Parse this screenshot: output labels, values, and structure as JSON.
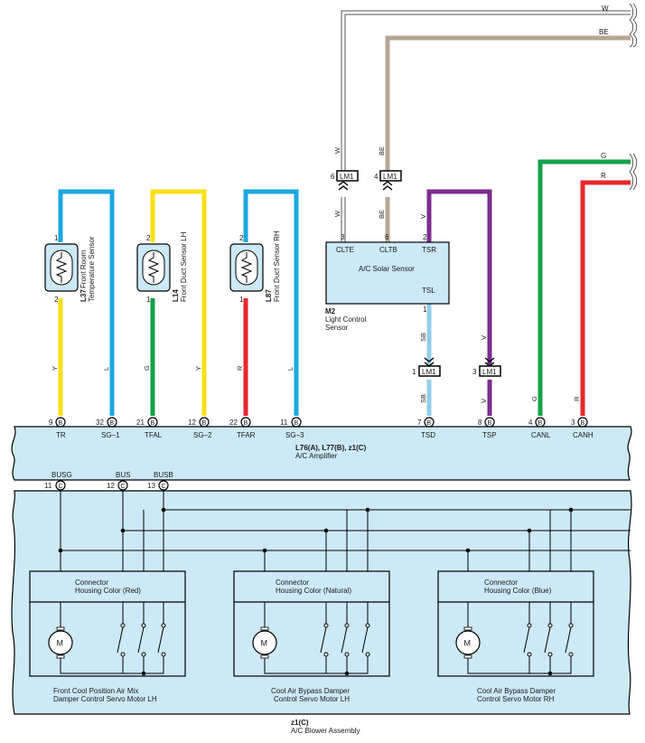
{
  "wires": {
    "w": "W",
    "be": "BE",
    "g": "G",
    "r": "R",
    "y": "Y",
    "l": "L",
    "v": "V",
    "sb": "SB"
  },
  "colors": {
    "blue": "#1aa7e1",
    "yellow": "#f7e017",
    "green": "#14a04a",
    "red": "#e8262d",
    "purple": "#7b2c8f",
    "lightblue": "#92cdea",
    "tan": "#b9a595",
    "white_wire": "#ffffff",
    "panel": "#cbe9f6",
    "line": "#1a1a1a"
  },
  "connector_lm1": "LM1",
  "pins": {
    "lm1_w": "6",
    "lm1_be": "4",
    "lm1_sb": "1",
    "lm1_v": "3",
    "solar_clte": "3",
    "solar_cltb": "6",
    "solar_tsr": "2",
    "solar_tsl": "1",
    "l37_top": "1",
    "l37_bot": "2",
    "l14_top": "2",
    "l14_bot": "1",
    "l87_top": "2",
    "l87_bot": "1"
  },
  "sensors": {
    "l37_code": "L37",
    "l37_name": "Front Room",
    "l37_name2": "Temperature Sensor",
    "l14_code": "L14",
    "l14_name": "Front Duct Sensor LH",
    "l87_code": "L87",
    "l87_name": "Front Duct Sensor RH"
  },
  "solar": {
    "name": "A/C Solar Sensor",
    "clte": "CLTE",
    "cltb": "CLTB",
    "tsr": "TSR",
    "tsl": "TSL",
    "code": "M2",
    "desc1": "Light Control",
    "desc2": "Sensor"
  },
  "amplifier": {
    "code": "L76(A), L77(B), z1(C)",
    "name": "A/C Amplifier",
    "letter_b": "B",
    "letter_c": "C",
    "terminals": [
      {
        "pin": "9",
        "label": "TR"
      },
      {
        "pin": "32",
        "label": "SG–1"
      },
      {
        "pin": "21",
        "label": "TFAL"
      },
      {
        "pin": "12",
        "label": "SG–2"
      },
      {
        "pin": "22",
        "label": "TFAR"
      },
      {
        "pin": "11",
        "label": "SG–3"
      },
      {
        "pin": "7",
        "label": "TSD"
      },
      {
        "pin": "8",
        "label": "TSP"
      },
      {
        "pin": "4",
        "label": "CANL"
      },
      {
        "pin": "3",
        "label": "CANH"
      }
    ],
    "bus_terminals": [
      {
        "pin": "11",
        "label": "BUSG"
      },
      {
        "pin": "12",
        "label": "BUS"
      },
      {
        "pin": "13",
        "label": "BUSB"
      }
    ]
  },
  "motors": [
    {
      "housing1": "Connector",
      "housing2": "Housing Color (Red)",
      "name1": "Front Cool Position Air Mix",
      "name2": "Damper Control Servo Motor LH"
    },
    {
      "housing1": "Connector",
      "housing2": "Housing Color (Natural)",
      "name1": "Cool Air Bypass Damper",
      "name2": "Control Servo Motor LH"
    },
    {
      "housing1": "Connector",
      "housing2": "Housing Color (Blue)",
      "name1": "Cool Air Bypass Damper",
      "name2": "Control Servo Motor RH"
    }
  ],
  "motor_symbol": "M",
  "blower": {
    "code": "z1(C)",
    "name": "A/C Blower Assembly"
  }
}
